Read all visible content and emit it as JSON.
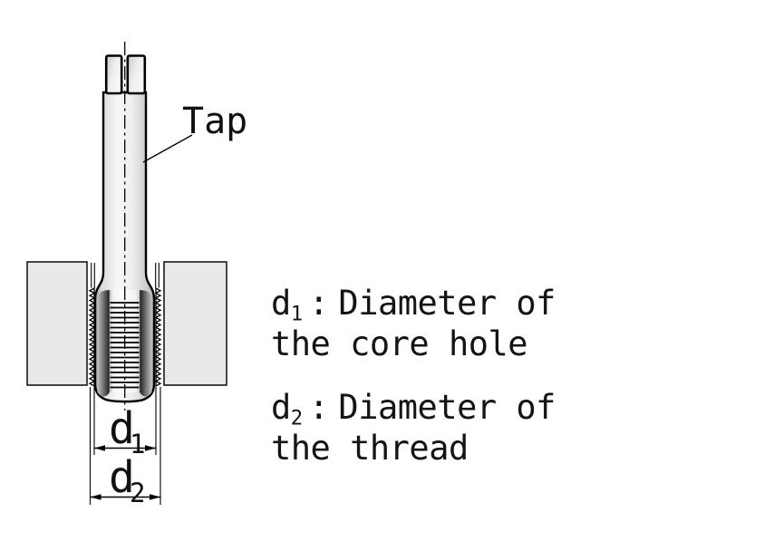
{
  "tap": {
    "label": "Tap"
  },
  "dimensions": {
    "d1": {
      "base": "d",
      "sub": "1"
    },
    "d2": {
      "base": "d",
      "sub": "2"
    }
  },
  "legend": {
    "items": [
      {
        "base": "d",
        "sub": "1",
        "sep": ":",
        "line1": "Diameter of",
        "line2": "the core hole"
      },
      {
        "base": "d",
        "sub": "2",
        "sep": ":",
        "line1": "Diameter of",
        "line2": "the thread"
      }
    ]
  },
  "colors": {
    "workpiece": "#e9e9e9",
    "outline": "#000000",
    "background": "#ffffff"
  }
}
